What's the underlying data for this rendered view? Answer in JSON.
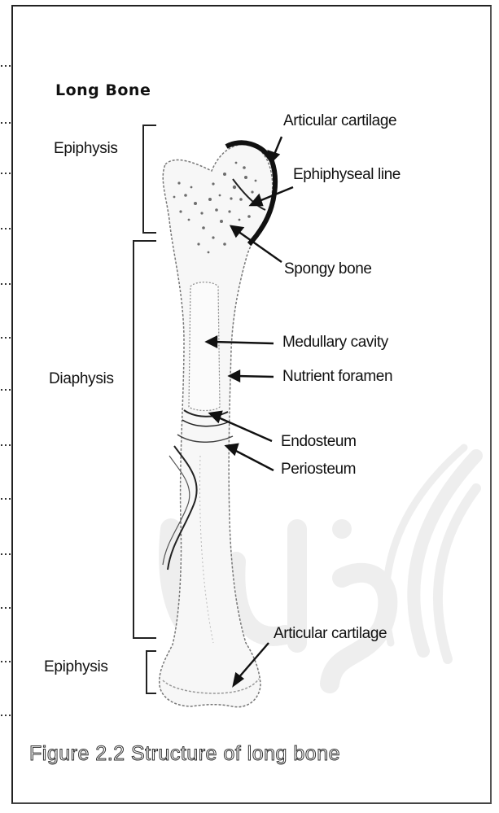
{
  "title": "Long Bone",
  "regions": {
    "epiphysis_top": "Epiphysis",
    "diaphysis": "Diaphysis",
    "epiphysis_bottom": "Epiphysis"
  },
  "labels": {
    "articular_cartilage_top": "Articular cartilage",
    "epiphyseal_line": "Ephiphyseal line",
    "spongy_bone": "Spongy bone",
    "medullary_cavity": "Medullary cavity",
    "nutrient_foramen": "Nutrient foramen",
    "endosteum": "Endosteum",
    "periosteum": "Periosteum",
    "articular_cartilage_bottom": "Articular cartilage"
  },
  "caption": "Figure 2.2 Structure of long bone",
  "colors": {
    "ink": "#111111",
    "paper": "#ffffff",
    "watermark": "#9a9a9a"
  }
}
